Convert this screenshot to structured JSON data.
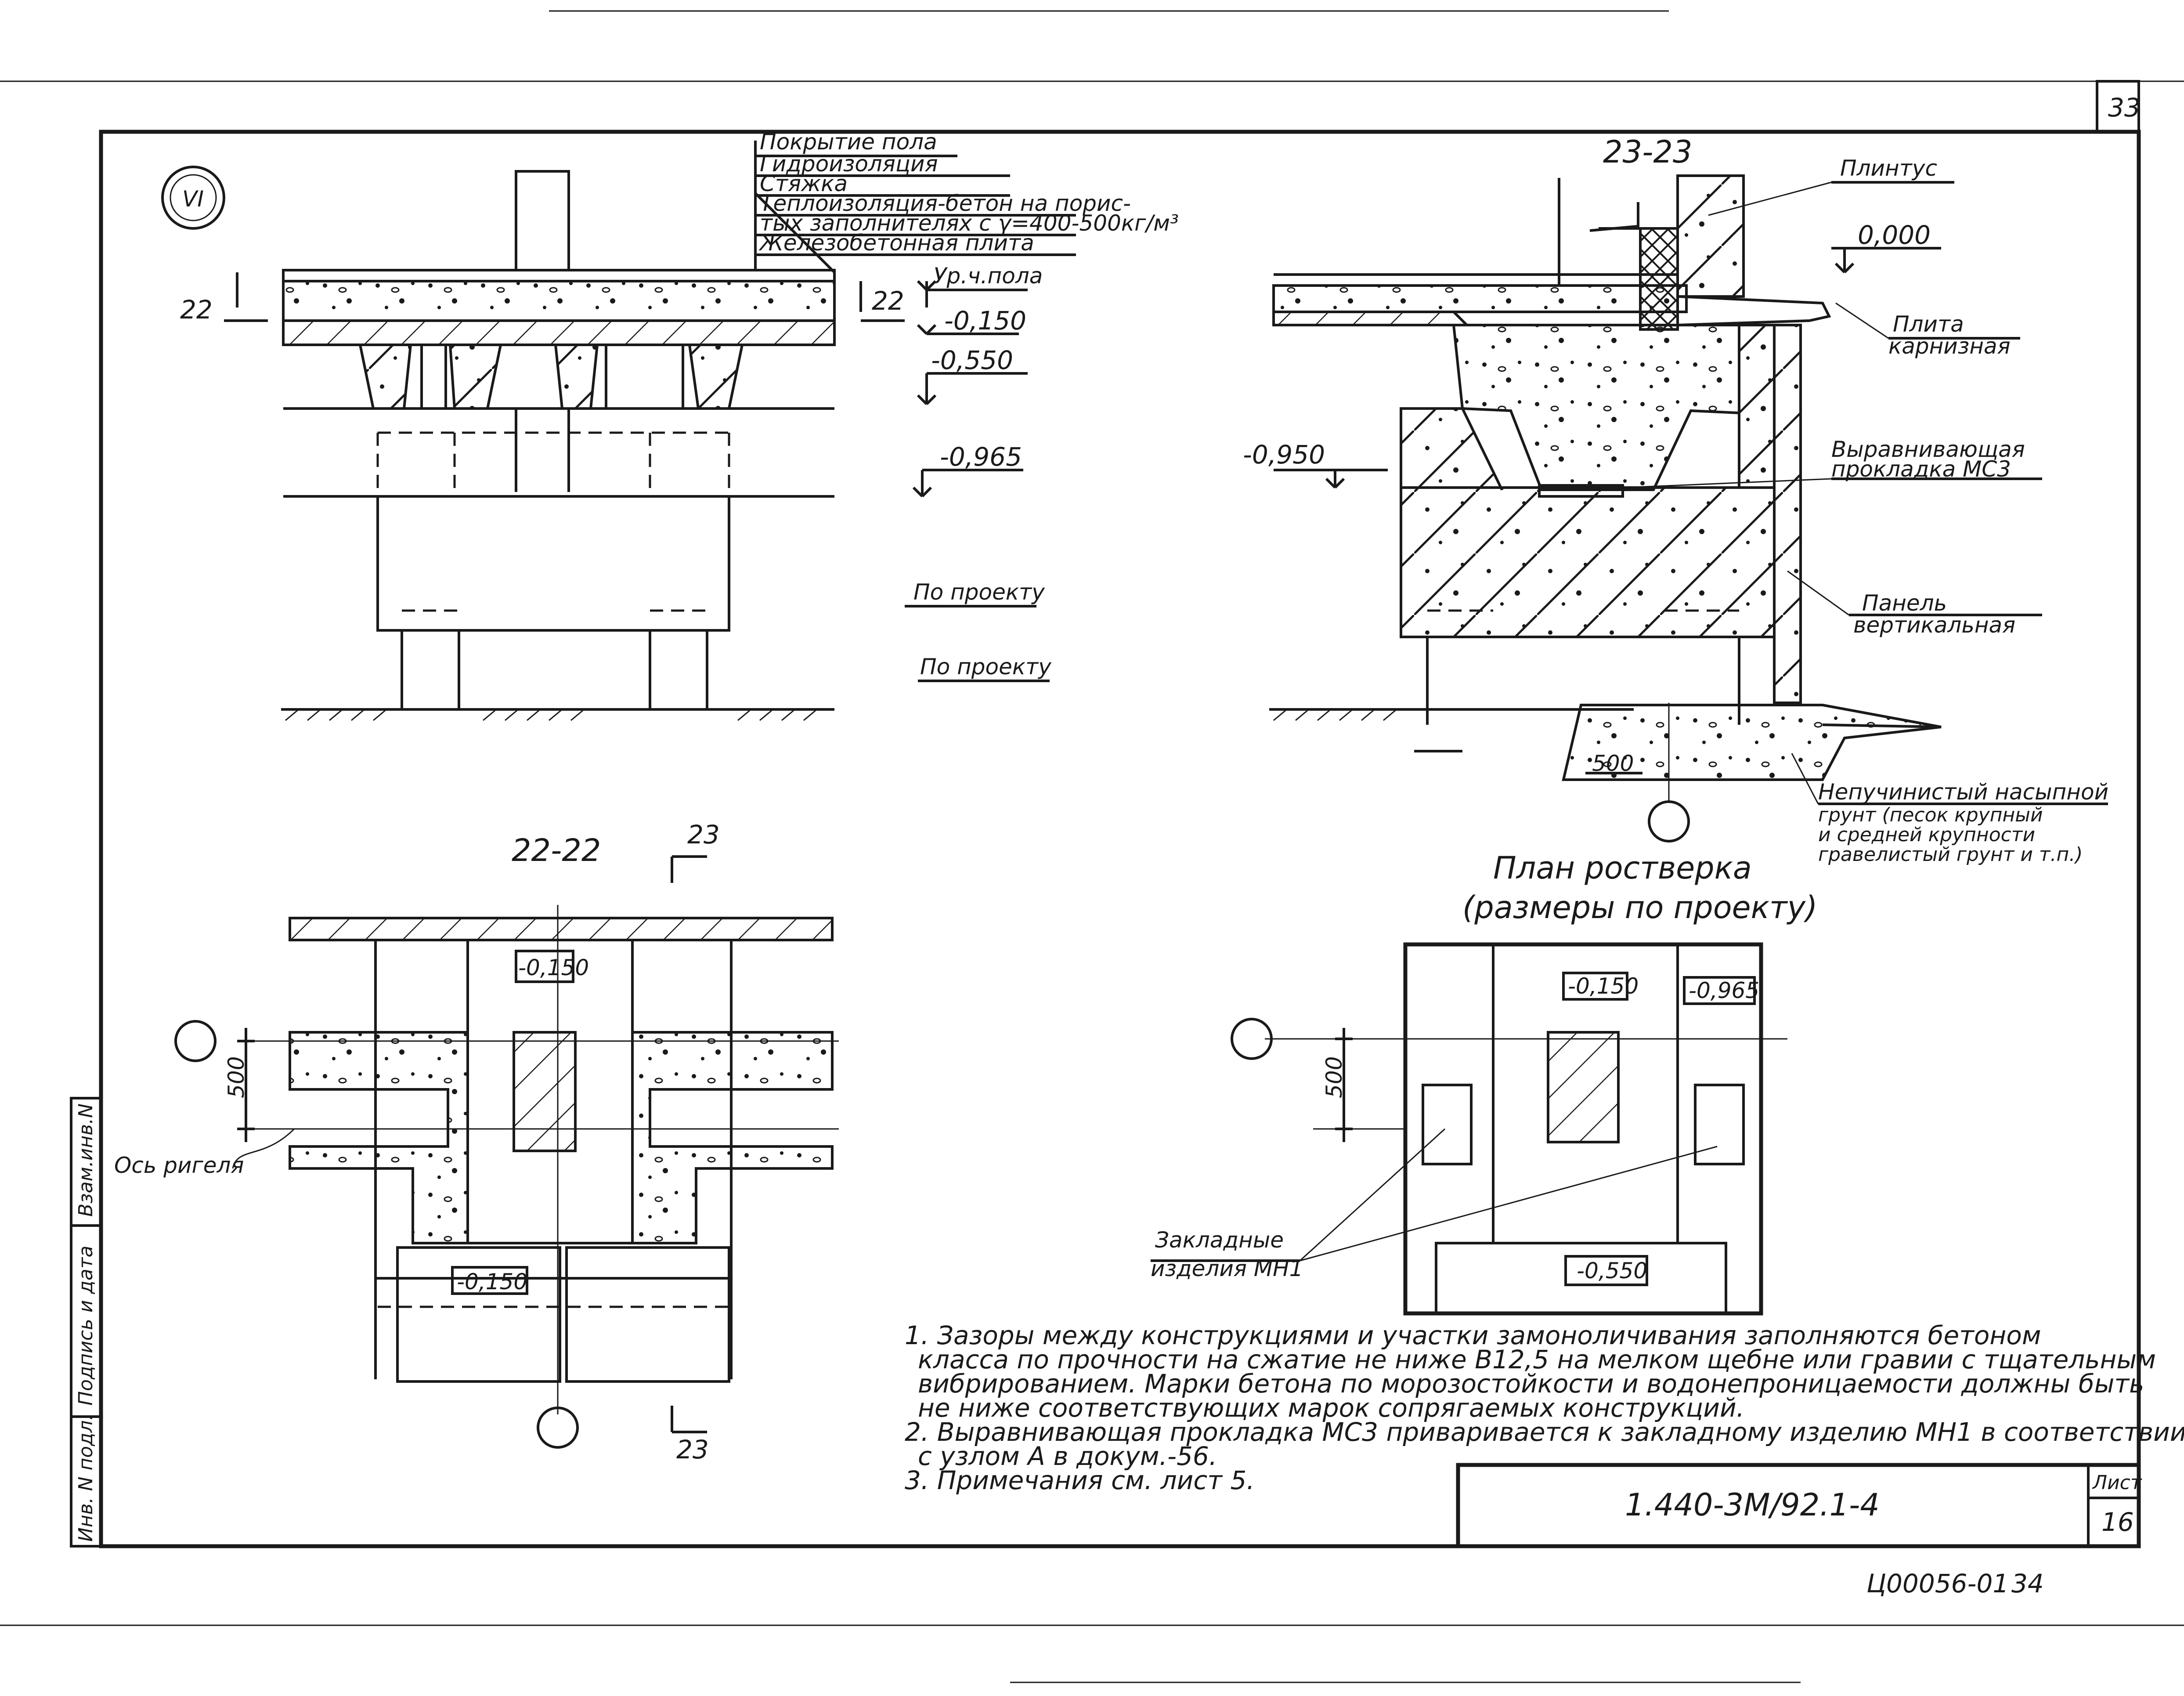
{
  "sheet": {
    "page_number_top": "33",
    "bottom_code": "Ц00056-01",
    "bottom_page": "34",
    "left_stamp": [
      "Инв. N подл.",
      "Подпись и дата",
      "Взам.инв.N"
    ]
  },
  "title_block": {
    "document": "1.440-3М/92.1-4",
    "sheet_label": "Лист",
    "sheet_number": "16"
  },
  "view1": {
    "section_mark": "VI",
    "layers": [
      "Покрытие пола",
      "Гидроизоляция",
      "Стяжка",
      "Теплоизоляция-бетон на порис-",
      "тых заполнителях с γ=400-500кг/м³",
      "Железобетонная плита"
    ],
    "cut_left": "22",
    "cut_right": "22",
    "level_floor": "Ур.ч.пола",
    "level_1": "-0,150",
    "level_2": "-0,550",
    "level_3": "-0,965",
    "by_project_1": "По проекту",
    "by_project_2": "По проекту"
  },
  "view2": {
    "title": "23-23",
    "plinth": "Плинтус",
    "level_0": "0,000",
    "cornice_slab_1": "Плита",
    "cornice_slab_2": "карнизная",
    "level_950": "-0,950",
    "pad_1": "Выравнивающая",
    "pad_2": "прокладка МС3",
    "panel_1": "Панель",
    "panel_2": "вертикальная",
    "dim_500": "500",
    "soil_1": "Непучинистый насыпной",
    "soil_2": "грунт (песок крупный",
    "soil_3": "и средней крупности",
    "soil_4": "гравелистый грунт и т.п.)"
  },
  "view3": {
    "title": "22-22",
    "cut_label_top": "23",
    "cut_label_bottom": "23",
    "level_a": "-0,150",
    "level_b": "-0,150",
    "dim_500": "500",
    "axis_label": "Ось ригеля"
  },
  "view4": {
    "title_1": "План ростверка",
    "title_2": "(размеры по проекту)",
    "level_a": "-0,150",
    "level_b": "-0,965",
    "level_c": "-0,550",
    "dim_500": "500",
    "embedded_1": "Закладные",
    "embedded_2": "изделия МН1"
  },
  "notes": [
    "1. Зазоры между конструкциями и участки замоноличивания заполняются бетоном",
    "класса по прочности на сжатие не ниже В12,5 на мелком щебне или гравии с тщательным",
    "вибрированием. Марки бетона по морозостойкости и водонепроницаемости должны быть",
    "не ниже соответствующих марок сопрягаемых конструкций.",
    "2. Выравнивающая прокладка МС3 приваривается к закладному изделию МН1 в соответствии",
    "с узлом А в докум.-56.",
    "3. Примечания см. лист 5."
  ]
}
